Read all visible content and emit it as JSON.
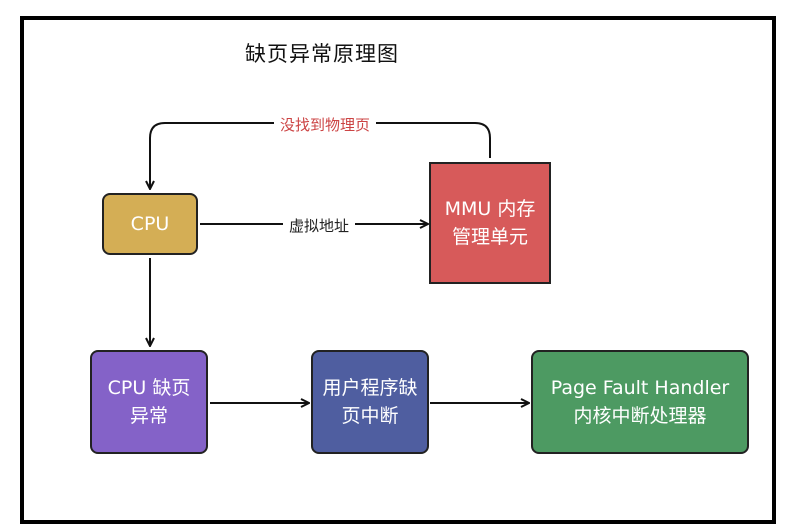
{
  "diagram": {
    "title": "缺页异常原理图",
    "nodes": {
      "cpu": {
        "label": "CPU",
        "color": "#d4ae55"
      },
      "mmu": {
        "label": "MMU 内存\n管理单元",
        "color": "#d75a5a"
      },
      "cpu_fault": {
        "label": "CPU 缺页\n异常",
        "color": "#8462c8"
      },
      "user_interrupt": {
        "label": "用户程序缺\n页中断",
        "color": "#4f5ea0"
      },
      "kernel_handler": {
        "label": "Page Fault Handler\n内核中断处理器",
        "color": "#4d9a62"
      }
    },
    "edges": {
      "cpu_to_mmu": {
        "label": "虚拟地址",
        "color": "#222222"
      },
      "mmu_to_cpu": {
        "label": "没找到物理页",
        "color": "#cc4444"
      },
      "cpu_to_fault": {
        "label": ""
      },
      "fault_to_interrupt": {
        "label": ""
      },
      "interrupt_to_handler": {
        "label": ""
      }
    }
  }
}
